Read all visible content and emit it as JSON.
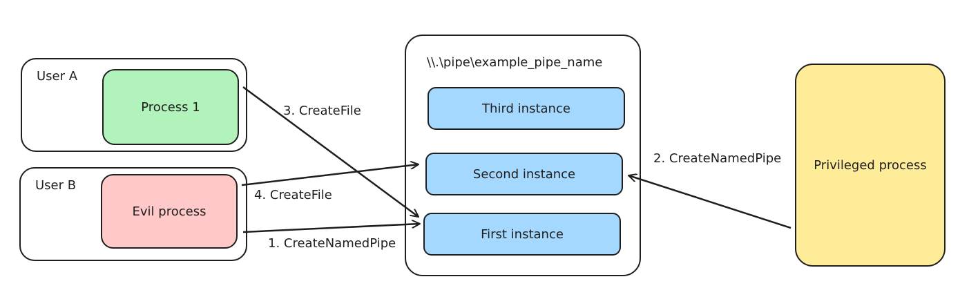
{
  "user_a": {
    "label": "User A",
    "process": "Process 1"
  },
  "user_b": {
    "label": "User B",
    "process": "Evil process"
  },
  "pipe": {
    "name": "\\\\.\\pipe\\example_pipe_name",
    "instances": [
      "Third instance",
      "Second instance",
      "First instance"
    ]
  },
  "privileged": {
    "label": "Privileged process"
  },
  "edges": [
    {
      "label": "1. CreateNamedPipe"
    },
    {
      "label": "2. CreateNamedPipe"
    },
    {
      "label": "3. CreateFile"
    },
    {
      "label": "4. CreateFile"
    }
  ],
  "colors": {
    "process_1": "#b2f2bb",
    "evil_process": "#ffc9c9",
    "instance": "#a5d8ff",
    "privileged": "#ffec99",
    "stroke": "#1e1e1e"
  }
}
